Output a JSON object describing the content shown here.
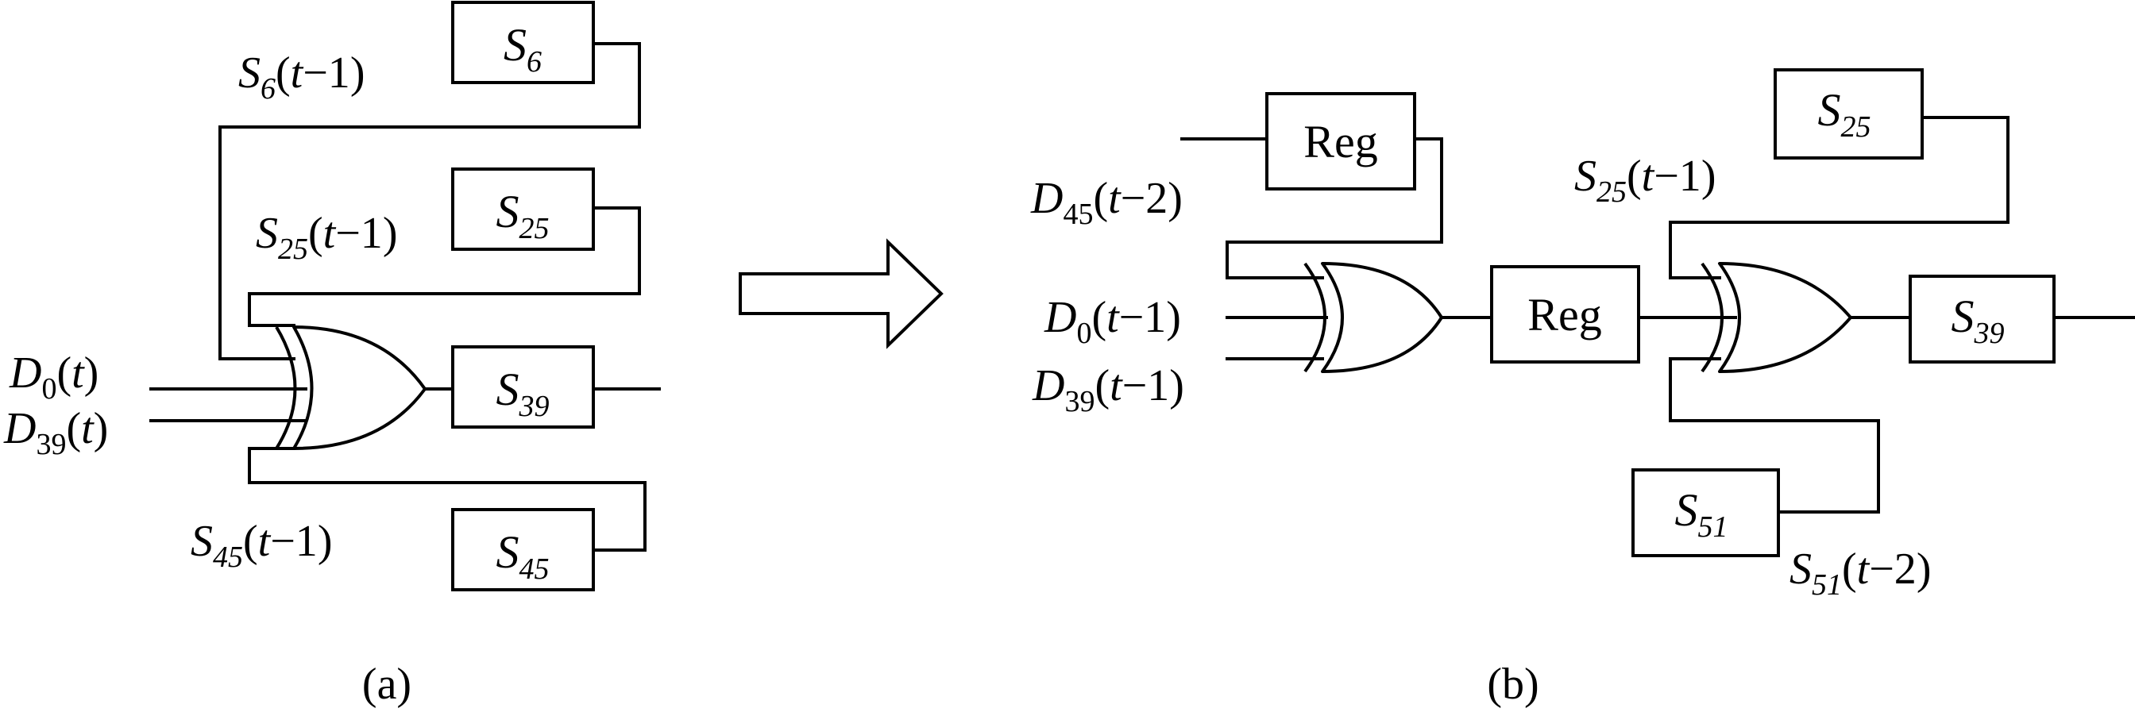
{
  "panel_a": {
    "caption": "(a)",
    "boxes": {
      "s6": {
        "main": "S",
        "sub": "6"
      },
      "s25": {
        "main": "S",
        "sub": "25"
      },
      "s39": {
        "main": "S",
        "sub": "39"
      },
      "s45": {
        "main": "S",
        "sub": "45"
      }
    },
    "labels": {
      "s6_prev": {
        "main": "S",
        "sub": "6",
        "arg": "t",
        "lag": "−1"
      },
      "s25_prev": {
        "main": "S",
        "sub": "25",
        "arg": "t",
        "lag": "−1"
      },
      "s45_prev": {
        "main": "S",
        "sub": "45",
        "arg": "t",
        "lag": "−1"
      },
      "d0": {
        "main": "D",
        "sub": "0",
        "arg": "t"
      },
      "d39": {
        "main": "D",
        "sub": "39",
        "arg": "t"
      }
    }
  },
  "panel_b": {
    "caption": "(b)",
    "boxes": {
      "reg_top": "Reg",
      "reg_mid": "Reg",
      "s25": {
        "main": "S",
        "sub": "25"
      },
      "s39": {
        "main": "S",
        "sub": "39"
      },
      "s51": {
        "main": "S",
        "sub": "51"
      }
    },
    "labels": {
      "d45": {
        "main": "D",
        "sub": "45",
        "arg": "t",
        "lag": "−2"
      },
      "d0": {
        "main": "D",
        "sub": "0",
        "arg": "t",
        "lag": "−1"
      },
      "d39": {
        "main": "D",
        "sub": "39",
        "arg": "t",
        "lag": "−1"
      },
      "s25_prev": {
        "main": "S",
        "sub": "25",
        "arg": "t",
        "lag": "−1"
      },
      "s51_prev": {
        "main": "S",
        "sub": "51",
        "arg": "t",
        "lag": "−2"
      }
    }
  },
  "paren_open": "(",
  "paren_close": ")"
}
